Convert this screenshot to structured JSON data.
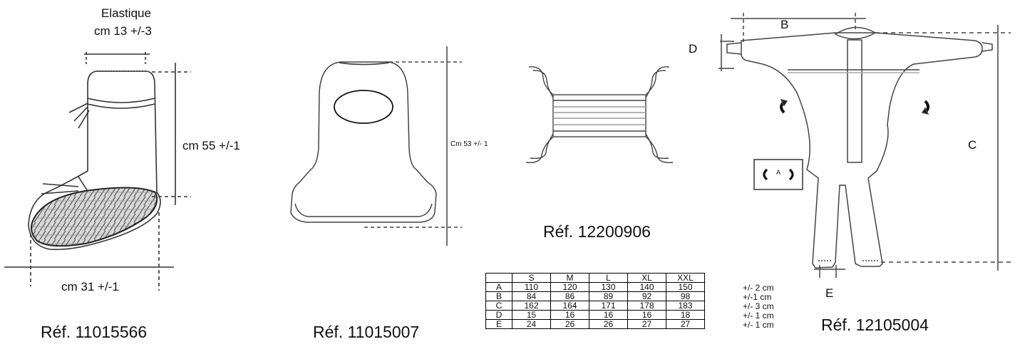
{
  "boot": {
    "elastic_label": "Elastique",
    "elastic_dim": "cm 13 +/-3",
    "height_dim": "cm 55 +/-1",
    "length_dim": "cm 31 +/-1",
    "ref": "Réf. 11015566"
  },
  "hood": {
    "height_dim": "Cm  53 +/- 1",
    "ref": "Réf. 11015007"
  },
  "mask": {
    "ref": "Réf. 12200906"
  },
  "coverall": {
    "label_b": "B",
    "label_c": "C",
    "label_d": "D",
    "label_e": "E",
    "label_a": "A",
    "ref": "Réf. 12105004"
  },
  "size_table": {
    "header": [
      "",
      "S",
      "M",
      "L",
      "XL",
      "XXL"
    ],
    "rows": [
      {
        "cells": [
          "A",
          "110",
          "120",
          "130",
          "140",
          "150"
        ],
        "tolerance": "+/- 2 cm"
      },
      {
        "cells": [
          "B",
          "84",
          "86",
          "89",
          "92",
          "98"
        ],
        "tolerance": "+/-1 cm"
      },
      {
        "cells": [
          "C",
          "162",
          "164",
          "171",
          "178",
          "183"
        ],
        "tolerance": "+/- 3 cm"
      },
      {
        "cells": [
          "D",
          "15",
          "16",
          "16",
          "16",
          "18"
        ],
        "tolerance": "+/- 1 cm"
      },
      {
        "cells": [
          "E",
          "24",
          "26",
          "26",
          "27",
          "27"
        ],
        "tolerance": "+/- 1 cm"
      }
    ]
  }
}
